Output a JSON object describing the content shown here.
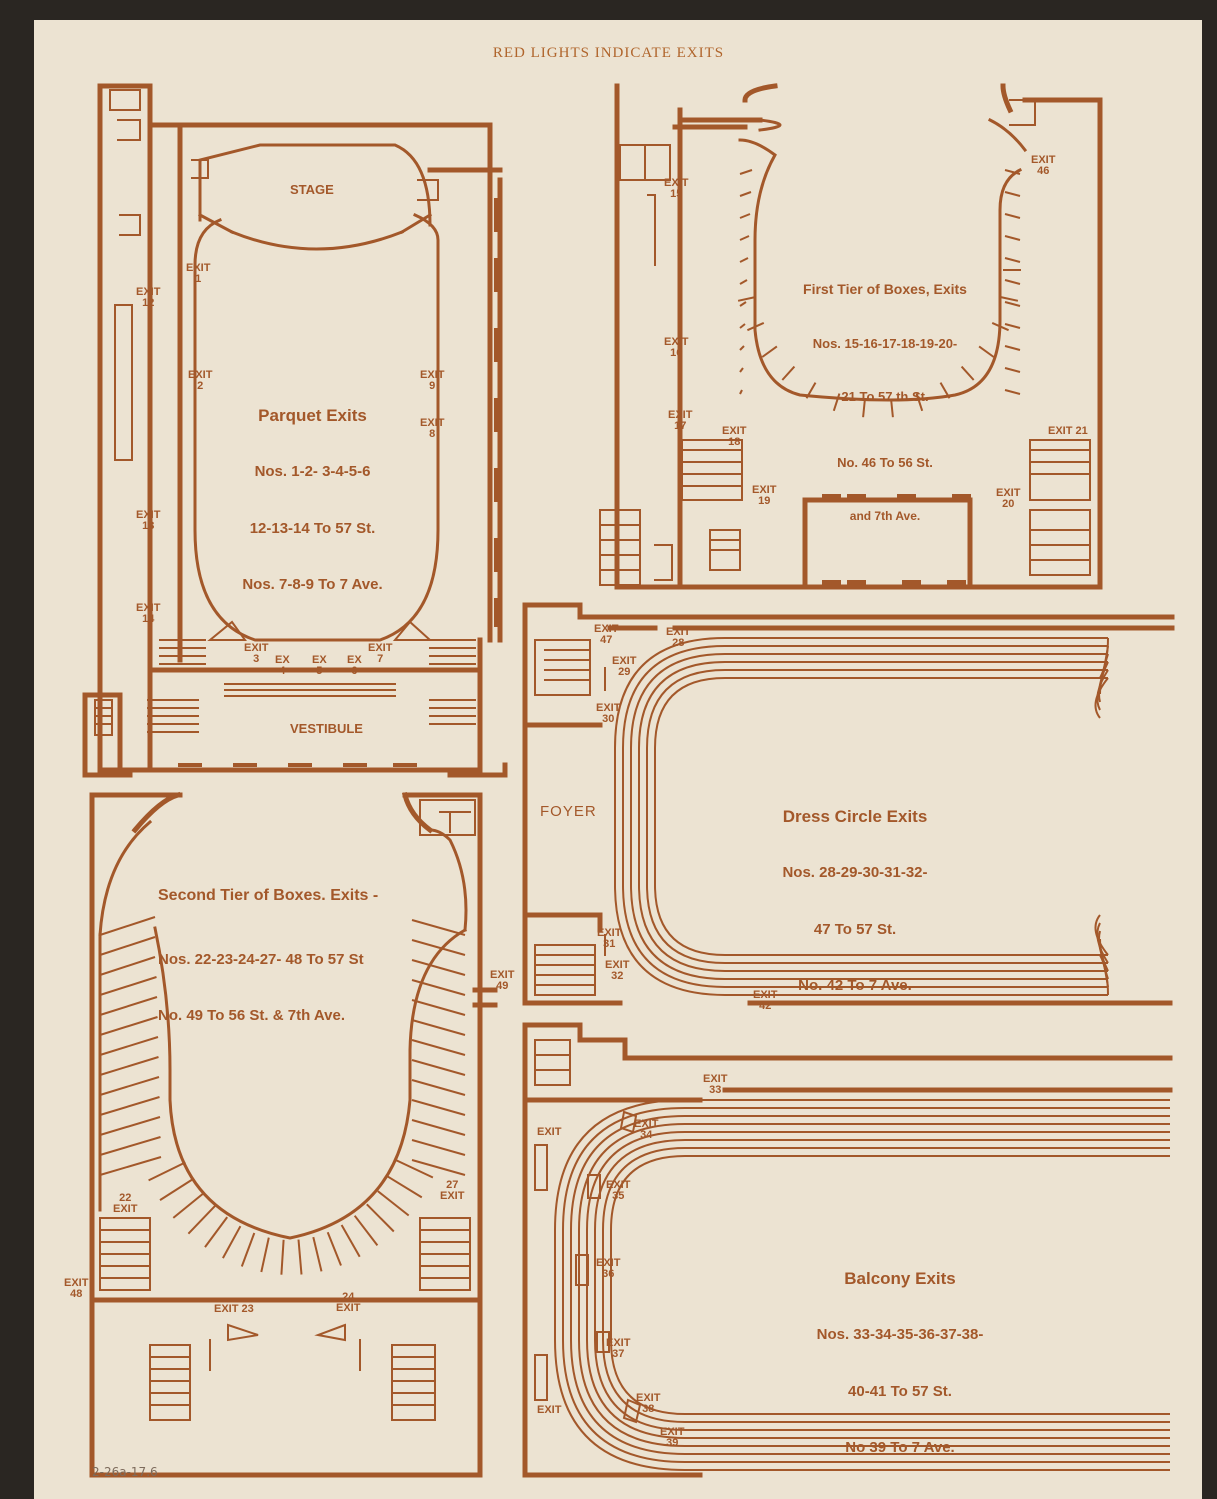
{
  "header": "RED LIGHTS INDICATE EXITS",
  "handwriting": "2-26a-17.6",
  "colors": {
    "ink": "#a3582a",
    "paper": "#ece3d2",
    "background": "#2a2622"
  },
  "parquet": {
    "stage": "STAGE",
    "vestibule": "VESTIBULE",
    "title": "Parquet Exits",
    "lines": [
      "Nos. 1-2- 3-4-5-6",
      "12-13-14 To 57 St.",
      "Nos. 7-8-9 To 7 Ave."
    ],
    "exits": {
      "e1": "EXIT\n1",
      "e2": "EXIT\n2",
      "e9": "EXIT\n9",
      "e8": "EXIT\n8",
      "e12": "EXIT\n12",
      "e13": "EXIT\n13",
      "e14": "EXIT\n14",
      "e3": "EXIT\n3",
      "e4": "EX\n4",
      "e5": "EX\n5",
      "e6": "EX\n6",
      "e7": "EXIT\n7"
    }
  },
  "first_tier": {
    "title": "First Tier of Boxes, Exits",
    "lines": [
      "Nos. 15-16-17-18-19-20-",
      "21 To 57 th St.",
      "No. 46 To 56 St.",
      "and 7th Ave."
    ],
    "exits": {
      "e15": "EXIT\n15",
      "e16": "EXIT\n16",
      "e17": "EXIT\n17",
      "e18": "EXIT\n18",
      "e19": "EXIT\n19",
      "e20": "EXIT\n20",
      "e21": "EXIT 21",
      "e46": "EXIT\n46"
    }
  },
  "dress_circle": {
    "foyer": "FOYER",
    "title": "Dress Circle Exits",
    "lines": [
      "Nos. 28-29-30-31-32-",
      "47 To 57 St.",
      "No. 42 To 7 Ave."
    ],
    "exits": {
      "e47": "EXIT\n47",
      "e28": "EXIT\n28",
      "e29": "EXIT\n29",
      "e30": "EXIT\n30",
      "e31": "EXIT\n31",
      "e32": "EXIT\n32",
      "e42": "EXIT\n42"
    }
  },
  "second_tier": {
    "title": "Second Tier of Boxes. Exits -",
    "lines": [
      "Nos. 22-23-24-27- 48 To 57 St",
      "No. 49 To 56 St. & 7th Ave."
    ],
    "exits": {
      "e22": "22\nEXIT",
      "e27": "27\nEXIT",
      "e48": "EXIT\n48",
      "e23": "EXIT 23",
      "e24": "24\nEXIT",
      "e49": "EXIT\n49"
    }
  },
  "balcony": {
    "title": "Balcony Exits",
    "lines": [
      "Nos. 33-34-35-36-37-38-",
      "40-41 To 57 St.",
      "No 39 To 7 Ave."
    ],
    "exits": {
      "e33": "EXIT\n33",
      "e34": "EXIT\n34",
      "e35": "EXIT\n35",
      "e36": "EXIT\n36",
      "e37": "EXIT\n37",
      "e38": "EXIT\n38",
      "e39": "EXIT\n39",
      "eTop": "EXIT",
      "eBot": "EXIT"
    }
  }
}
